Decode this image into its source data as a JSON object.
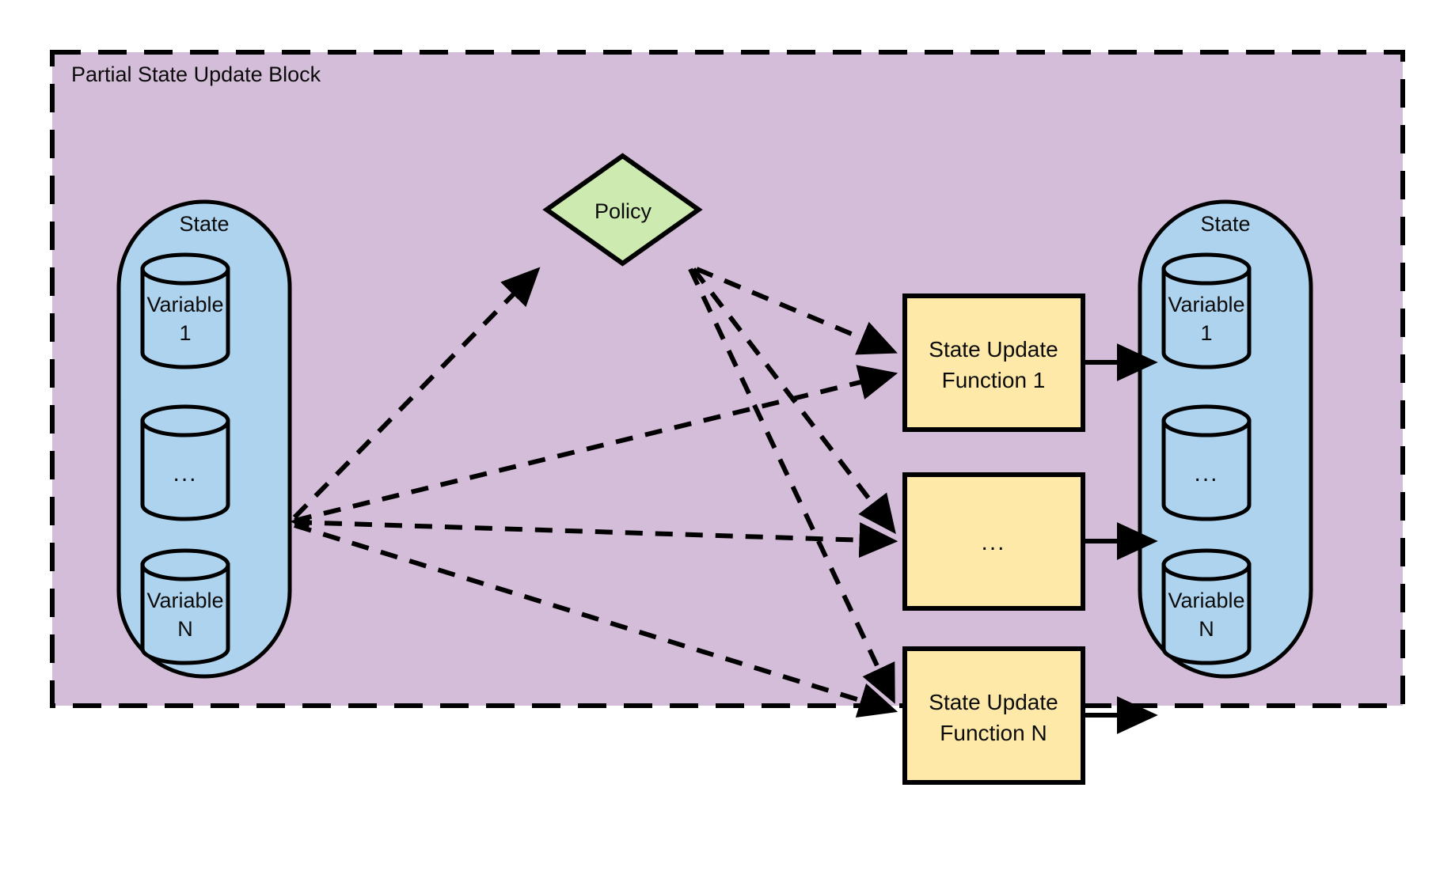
{
  "block": {
    "title": "Partial State Update Block",
    "fill": "#d4bdd8",
    "stroke": "#000000",
    "border_style": "dashed"
  },
  "colors": {
    "state_container_fill": "#aed3ee",
    "variable_fill": "#aed3ee",
    "policy_fill": "#cdeab0",
    "function_fill": "#ffe9a8",
    "stroke": "#000000",
    "page_background": "#ffffff"
  },
  "input_state": {
    "title": "State",
    "variables": [
      {
        "label_line1": "Variable",
        "label_line2": "1",
        "kind": "cylinder"
      },
      {
        "label_line1": "...",
        "label_line2": "",
        "kind": "cylinder"
      },
      {
        "label_line1": "Variable",
        "label_line2": "N",
        "kind": "cylinder"
      }
    ]
  },
  "output_state": {
    "title": "State",
    "variables": [
      {
        "label_line1": "Variable",
        "label_line2": "1",
        "kind": "cylinder"
      },
      {
        "label_line1": "...",
        "label_line2": "",
        "kind": "cylinder"
      },
      {
        "label_line1": "Variable",
        "label_line2": "N",
        "kind": "cylinder"
      }
    ]
  },
  "policy": {
    "label": "Policy",
    "shape": "diamond"
  },
  "functions": [
    {
      "label_line1": "State Update",
      "label_line2": "Function 1",
      "shape": "rect"
    },
    {
      "label_line1": "...",
      "label_line2": "",
      "shape": "rect"
    },
    {
      "label_line1": "State Update",
      "label_line2": "Function N",
      "shape": "rect"
    }
  ],
  "edges": [
    {
      "from": "input-state",
      "to": "policy",
      "style": "dashed",
      "arrow": "both"
    },
    {
      "from": "input-state",
      "to": "state-update-function-1",
      "style": "dashed",
      "arrow": "end"
    },
    {
      "from": "input-state",
      "to": "state-update-function-mid",
      "style": "dashed",
      "arrow": "end"
    },
    {
      "from": "input-state",
      "to": "state-update-function-n",
      "style": "dashed",
      "arrow": "end"
    },
    {
      "from": "policy",
      "to": "state-update-function-1",
      "style": "dashed",
      "arrow": "end"
    },
    {
      "from": "policy",
      "to": "state-update-function-mid",
      "style": "dashed",
      "arrow": "end"
    },
    {
      "from": "policy",
      "to": "state-update-function-n",
      "style": "dashed",
      "arrow": "end"
    },
    {
      "from": "state-update-function-1",
      "to": "output-variable-1",
      "style": "solid",
      "arrow": "end"
    },
    {
      "from": "state-update-function-mid",
      "to": "output-variable-mid",
      "style": "solid",
      "arrow": "end"
    },
    {
      "from": "state-update-function-n",
      "to": "output-variable-n",
      "style": "solid",
      "arrow": "end"
    }
  ]
}
